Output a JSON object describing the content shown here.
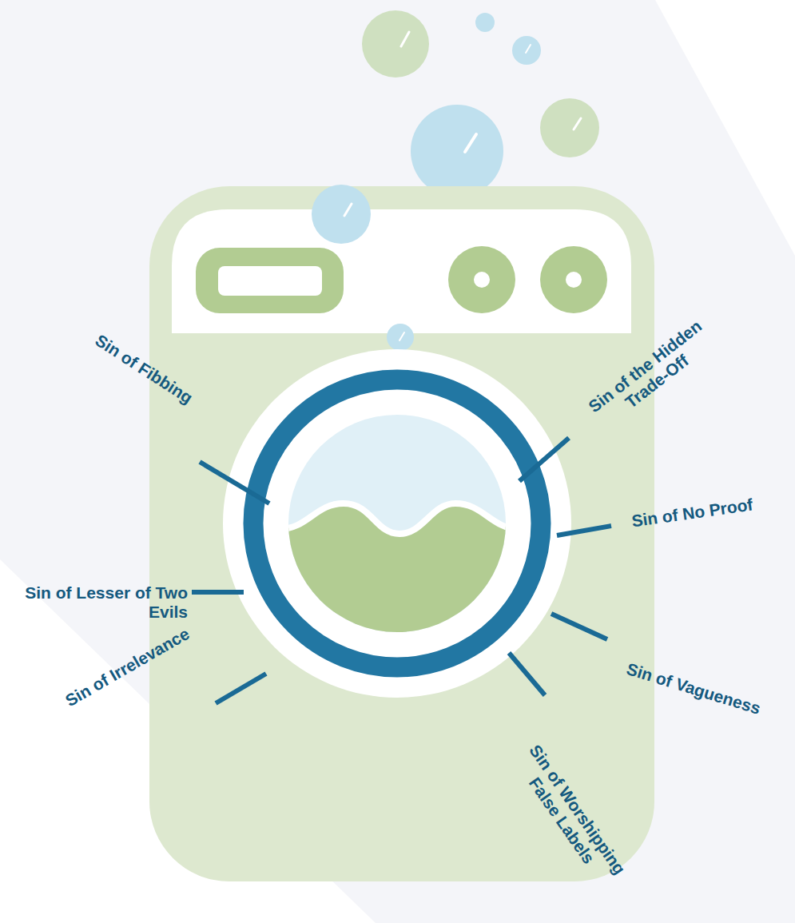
{
  "diagram": {
    "labels": [
      "Sin of the Hidden Trade-Off",
      "Sin of Fibbing",
      "Sin of No Proof",
      "Sin of Lesser of Two Evils",
      "Sin of Vagueness",
      "Sin of Irrelevance",
      "Sin of Worshipping False Labels"
    ]
  }
}
